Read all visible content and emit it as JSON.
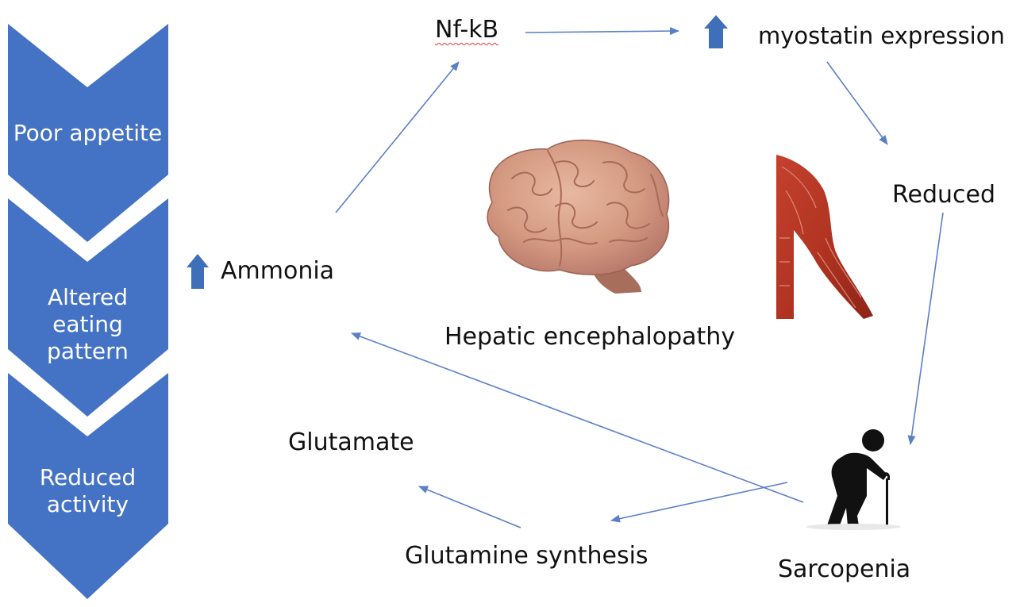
{
  "left_sequence": [
    {
      "label": "Poor appetite"
    },
    {
      "label": "Altered eating pattern"
    },
    {
      "label": "Reduced activity"
    }
  ],
  "nodes": {
    "nfkb": "Nf-kB",
    "myostatin": "myostatin expression",
    "reduced": "Reduced",
    "ammonia": "Ammonia",
    "hepatic": "Hepatic encephalopathy",
    "glutamate": "Glutamate",
    "glutamine": "Glutamine synthesis",
    "sarcopenia": "Sarcopenia"
  },
  "colors": {
    "chevron_fill": "#4472c4",
    "arrow_line": "#5b7fc7",
    "up_arrow": "#3f6fb9",
    "text": "#111111"
  },
  "icons": {
    "brain": "brain-image",
    "muscle": "arm-muscle-anatomy-image",
    "elderly": "elderly-person-with-cane-icon",
    "increase": "up-arrow-icon"
  }
}
